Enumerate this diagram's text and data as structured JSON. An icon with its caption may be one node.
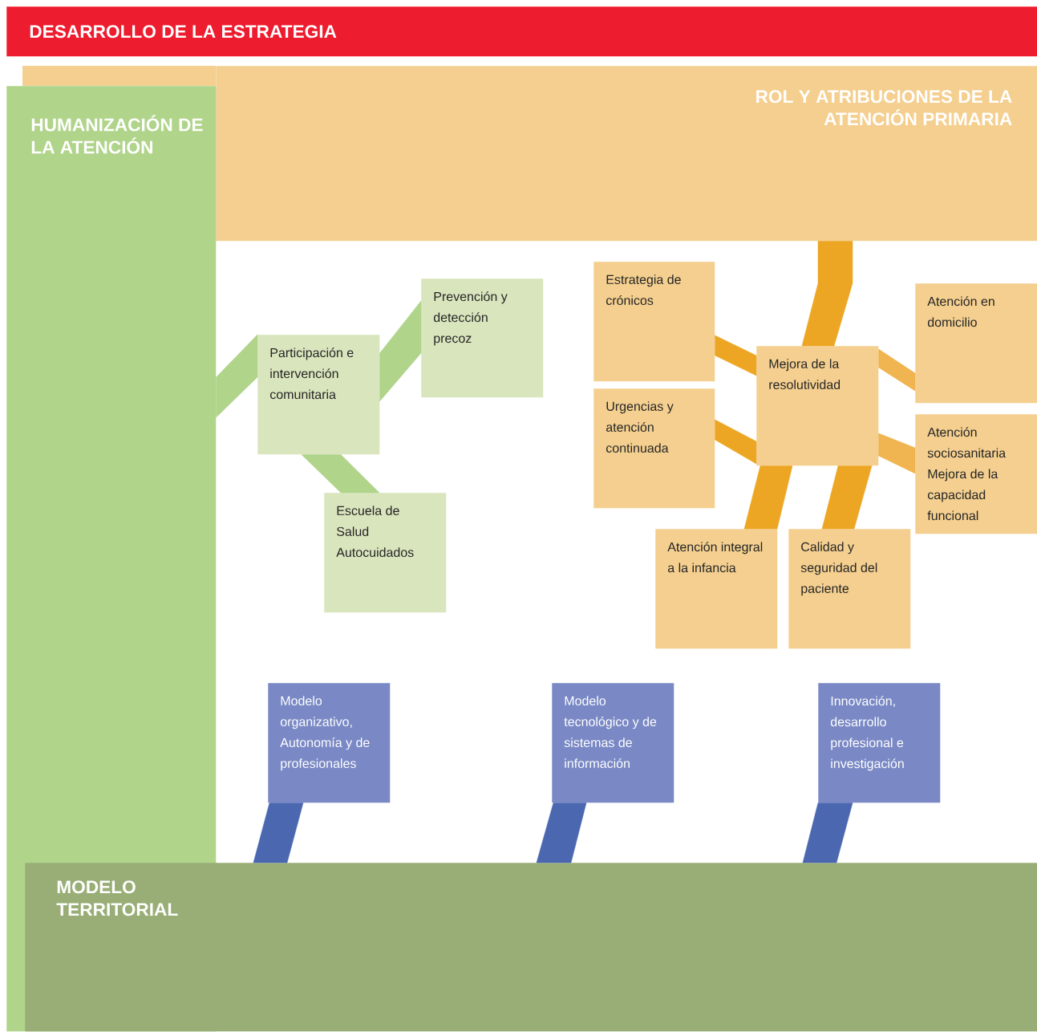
{
  "diagram": {
    "title": "DESARROLLO DE LA ESTRATEGIA",
    "nodes": [
      {
        "text": [
          "ROL Y ATRIBUCIONES DE LA ATENCIÓN PRIMARIA"
        ]
      },
      {
        "text": [
          "HUMANIZACIÓN DE LA ATENCIÓN"
        ]
      },
      {
        "text": [
          "Participación e intervención comunitaria"
        ]
      },
      {
        "text": [
          "Prevención y detección precoz"
        ]
      },
      {
        "text": [
          "Escuela de Salud Autocuidados"
        ]
      },
      {
        "text": [
          "Estrategia de crónicos"
        ]
      },
      {
        "text": [
          "Mejora de la resolutividad"
        ]
      },
      {
        "text": [
          "Atención en domicilio"
        ]
      },
      {
        "text": [
          "Urgencias y atención continuada"
        ]
      },
      {
        "text": [
          "Atención sociosanitaria Mejora de la capacidad funcional"
        ]
      },
      {
        "text": [
          "Atención integral a la infancia"
        ]
      },
      {
        "text": [
          "Calidad y seguridad del paciente"
        ]
      },
      {
        "text": [
          "Modelo organizativo, Autonomía y de profesionales"
        ]
      },
      {
        "text": [
          "Modelo tecnológico y de sistemas de información"
        ]
      },
      {
        "text": [
          "Innovación, desarrollo profesional e investigación"
        ]
      },
      {
        "text": [
          "MODELO TERRITORIAL"
        ]
      }
    ],
    "edges": [
      {
        "from": 1,
        "to": 2,
        "arrow": "none",
        "color": "#b0d48a"
      },
      {
        "from": 2,
        "to": 3,
        "arrow": "none",
        "color": "#b0d48a"
      },
      {
        "from": 2,
        "to": 4,
        "arrow": "none",
        "color": "#b0d48a"
      },
      {
        "from": 0,
        "to": 6,
        "arrow": "none",
        "color": "#eca623"
      },
      {
        "from": 5,
        "to": 6,
        "arrow": "none",
        "color": "#eca623"
      },
      {
        "from": 8,
        "to": 6,
        "arrow": "none",
        "color": "#eca623"
      },
      {
        "from": 7,
        "to": 6,
        "arrow": "none",
        "color": "#f0b450"
      },
      {
        "from": 9,
        "to": 6,
        "arrow": "none",
        "color": "#f0b450"
      },
      {
        "from": 10,
        "to": 6,
        "arrow": "none",
        "color": "#eca623"
      },
      {
        "from": 11,
        "to": 6,
        "arrow": "none",
        "color": "#eca623"
      },
      {
        "from": 12,
        "to": 15,
        "arrow": "none",
        "color": "#4a67b0"
      },
      {
        "from": 13,
        "to": 15,
        "arrow": "none",
        "color": "#4a67b0"
      },
      {
        "from": 14,
        "to": 15,
        "arrow": "none",
        "color": "#4a67b0"
      }
    ]
  }
}
